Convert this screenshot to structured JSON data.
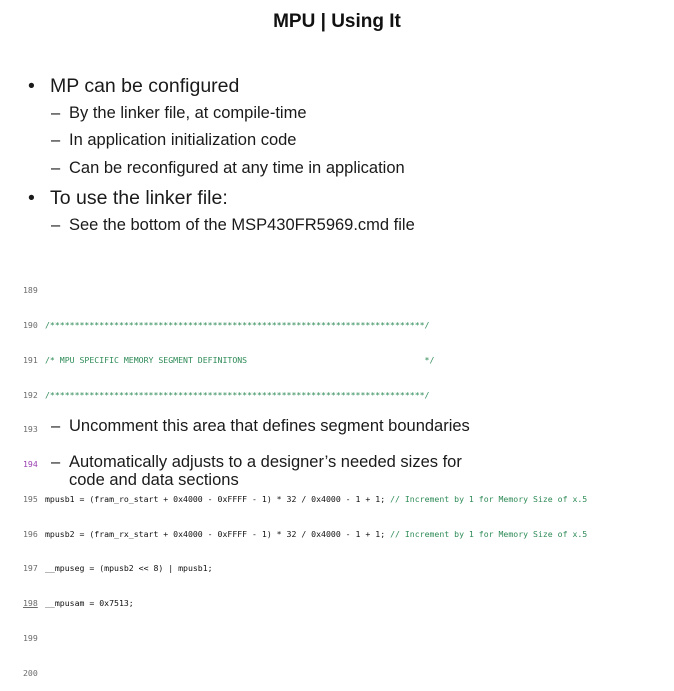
{
  "slide": {
    "title": "MPU | Using It",
    "bullets": [
      {
        "symbol": "•",
        "text": "MP can be configured"
      },
      {
        "symbol": "•",
        "text": "To use the linker file:"
      }
    ],
    "sub_bullets": [
      {
        "symbol": "–",
        "text": "By the linker file, at compile-time"
      },
      {
        "symbol": "–",
        "text": "In application initialization code"
      },
      {
        "symbol": "–",
        "text": "Can be reconfigured at any time in application"
      },
      {
        "symbol": "–",
        "text": "See the bottom of the MSP430FR5969.cmd  file"
      },
      {
        "symbol": "–",
        "text": "Uncomment this area that defines segment boundaries"
      },
      {
        "symbol": "–",
        "text": "Automatically adjusts to a designer’s needed sizes for"
      }
    ],
    "sub_bullet_continuation": "code and data sections"
  },
  "code": {
    "lines": [
      {
        "num": "189",
        "text": "",
        "comment": ""
      },
      {
        "num": "190",
        "text": "",
        "comment": "/****************************************************************************/"
      },
      {
        "num": "191",
        "text": "",
        "comment": "/* MPU SPECIFIC MEMORY SEGMENT DEFINITONS                                    */"
      },
      {
        "num": "192",
        "text": "",
        "comment": "/****************************************************************************/"
      },
      {
        "num": "193",
        "text": "",
        "comment": ""
      },
      {
        "num": "194",
        "text": "",
        "comment": ""
      },
      {
        "num": "195",
        "text": "mpusb1 = (fram_ro_start + 0x4000 - 0xFFFF - 1) * 32 / 0x4000 - 1 + 1; ",
        "comment": "// Increment by 1 for Memory Size of x.5"
      },
      {
        "num": "196",
        "text": "mpusb2 = (fram_rx_start + 0x4000 - 0xFFFF - 1) * 32 / 0x4000 - 1 + 1; ",
        "comment": "// Increment by 1 for Memory Size of x.5"
      },
      {
        "num": "197",
        "text": "__mpuseg = (mpusb2 << 8) | mpusb1;",
        "comment": ""
      },
      {
        "num": "198",
        "text": "__mpusam = 0x7513;",
        "comment": ""
      },
      {
        "num": "199",
        "text": "",
        "comment": ""
      },
      {
        "num": "200",
        "text": "",
        "comment": ""
      }
    ]
  },
  "colors": {
    "comment": "#2e8b57",
    "line_number": "#6b6b6b",
    "highlight_line_number": "#9a3fb0"
  }
}
